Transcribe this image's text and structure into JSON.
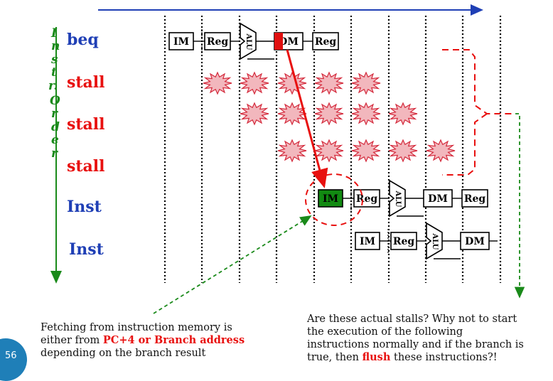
{
  "axis_label": [
    "I",
    "n",
    "s",
    "t",
    "r.",
    "O",
    "r",
    "d",
    "e",
    "r"
  ],
  "rows": [
    {
      "label": "beq",
      "color": "#1f3fb5"
    },
    {
      "label": "stall",
      "color": "#e8100f"
    },
    {
      "label": "stall",
      "color": "#e8100f"
    },
    {
      "label": "stall",
      "color": "#e8100f"
    },
    {
      "label": "Inst",
      "color": "#1f3fb5"
    },
    {
      "label": "Inst",
      "color": "#1f3fb5"
    }
  ],
  "stages": {
    "im": "IM",
    "reg": "Reg",
    "alu": "ALU",
    "dm": "DM"
  },
  "colors": {
    "axis_green": "#1a8a1a",
    "time_arrow": "#1f3fb5",
    "stall_red": "#e8100f",
    "highlight_dm": "#e01010",
    "im_fill": "#118a11"
  },
  "caption_left": {
    "line1": "Fetching from instruction memory is",
    "line2_prefix": "either from ",
    "line2_red": "PC+4 or Branch address",
    "line3": "depending on the branch result"
  },
  "caption_right": {
    "line1": "Are these actual stalls? Why not to start",
    "line2": "the execution of the following",
    "line3": "instructions normally and if the branch is",
    "line4_prefix": "true, then ",
    "line4_red": "flush",
    "line4_suffix": " these instructions?!"
  },
  "page_number": "56"
}
